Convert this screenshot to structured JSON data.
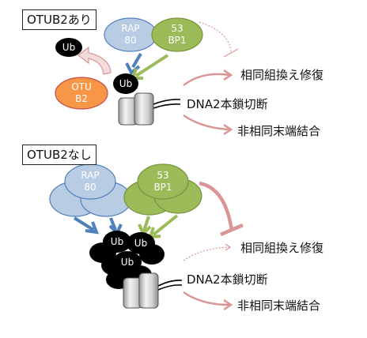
{
  "panel_top": {
    "label": "OTUB2あり",
    "rap80": [
      "RAP",
      "80"
    ],
    "bp53": [
      "53",
      "BP1"
    ],
    "ub": "Ub",
    "otub2": [
      "OTU",
      "B2"
    ],
    "dna": "DNA2本鎖切断",
    "hr": "相同組換え修復",
    "nhej": "非相同末端結合"
  },
  "panel_bottom": {
    "label": "OTUB2なし",
    "rap80": [
      "RAP",
      "80"
    ],
    "bp53": [
      "53",
      "BP1"
    ],
    "ub": "Ub",
    "dna": "DNA2本鎖切断",
    "hr": "相同組換え修復",
    "nhej": "非相同末端結合"
  },
  "colors": {
    "rap80_fill": "#b8cce4",
    "rap80_stroke": "#4f81bd",
    "bp53_fill": "#9bbb59",
    "bp53_stroke": "#77933c",
    "otub2_fill": "#f79646",
    "otub2_stroke": "#c0504d",
    "pink_arrow": "#d99694",
    "blue_arrow": "#4f81bd",
    "green_arrow": "#9bbb59"
  }
}
